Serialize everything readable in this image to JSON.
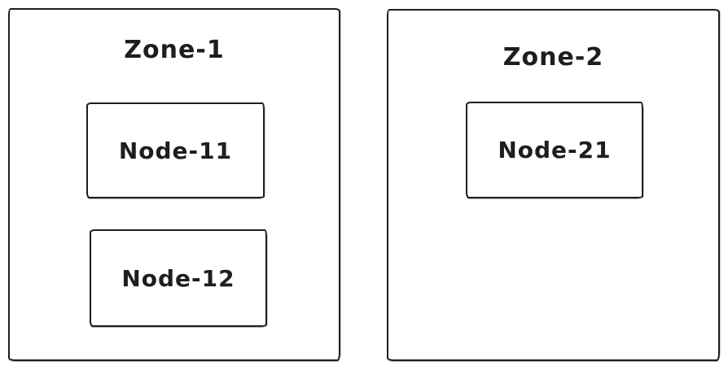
{
  "diagram": {
    "type": "zone-node-diagram",
    "style": "hand-drawn",
    "background_color": "#ffffff",
    "stroke_color": "#1e1e1e",
    "text_color": "#1e1e1e",
    "zones": [
      {
        "label": "Zone-1",
        "nodes": [
          {
            "label": "Node-11"
          },
          {
            "label": "Node-12"
          }
        ]
      },
      {
        "label": "Zone-2",
        "nodes": [
          {
            "label": "Node-21"
          }
        ]
      }
    ]
  }
}
